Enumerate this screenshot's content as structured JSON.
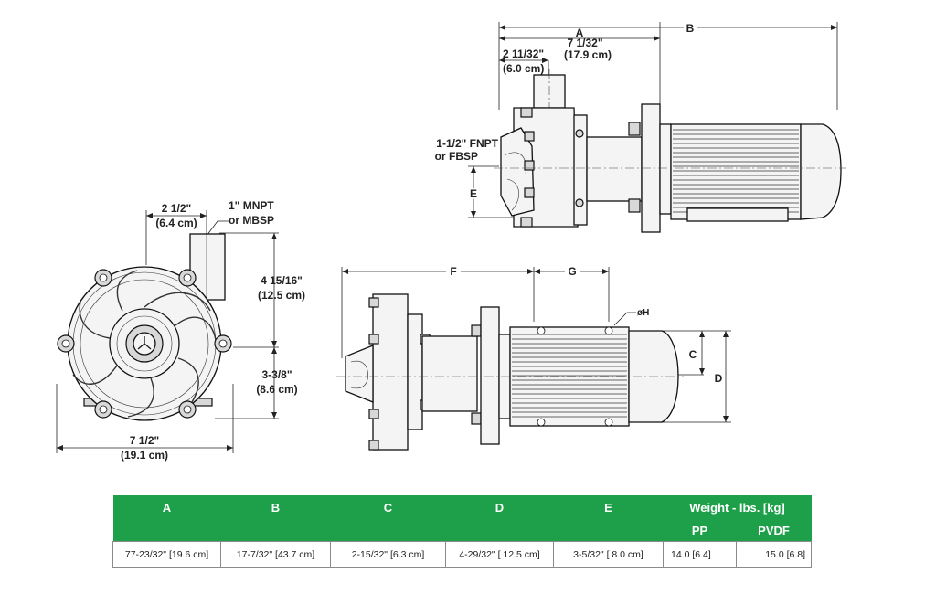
{
  "front_view": {
    "width_top": "2 1/2\"",
    "width_top_cm": "(6.4 cm)",
    "inlet": "1\" MNPT",
    "inlet_alt": "or MBSP",
    "height_upper": "4 15/16\"",
    "height_upper_cm": "(12.5 cm)",
    "height_lower": "3-3/8\"",
    "height_lower_cm": "(8.6 cm)",
    "width_bottom": "7 1/2\"",
    "width_bottom_cm": "(19.1 cm)"
  },
  "top_view": {
    "label_a": "A",
    "label_a_value": "7 1/32\"",
    "label_a_cm": "(17.9 cm)",
    "label_b": "B",
    "offset": "2 11/32\"",
    "offset_cm": "(6.0 cm)",
    "outlet": "1-1/2\" FNPT",
    "outlet_alt": "or FBSP",
    "label_e": "E"
  },
  "side_view": {
    "label_f": "F",
    "label_g": "G",
    "label_h": "øH",
    "label_c": "C",
    "label_d": "D"
  },
  "table": {
    "headers": [
      "A",
      "B",
      "C",
      "D",
      "E"
    ],
    "weight_header": "Weight - lbs. [kg]",
    "weight_sub": [
      "PP",
      "PVDF"
    ],
    "row": [
      "77-23/32\" [19.6 cm]",
      "17-7/32\" [43.7 cm]",
      "2-15/32\" [6.3 cm]",
      "4-29/32\" [ 12.5 cm]",
      "3-5/32\" [ 8.0 cm]",
      "14.0 [6.4]",
      "15.0 [6.8]"
    ]
  },
  "colors": {
    "header_green": "#1ea04a"
  }
}
